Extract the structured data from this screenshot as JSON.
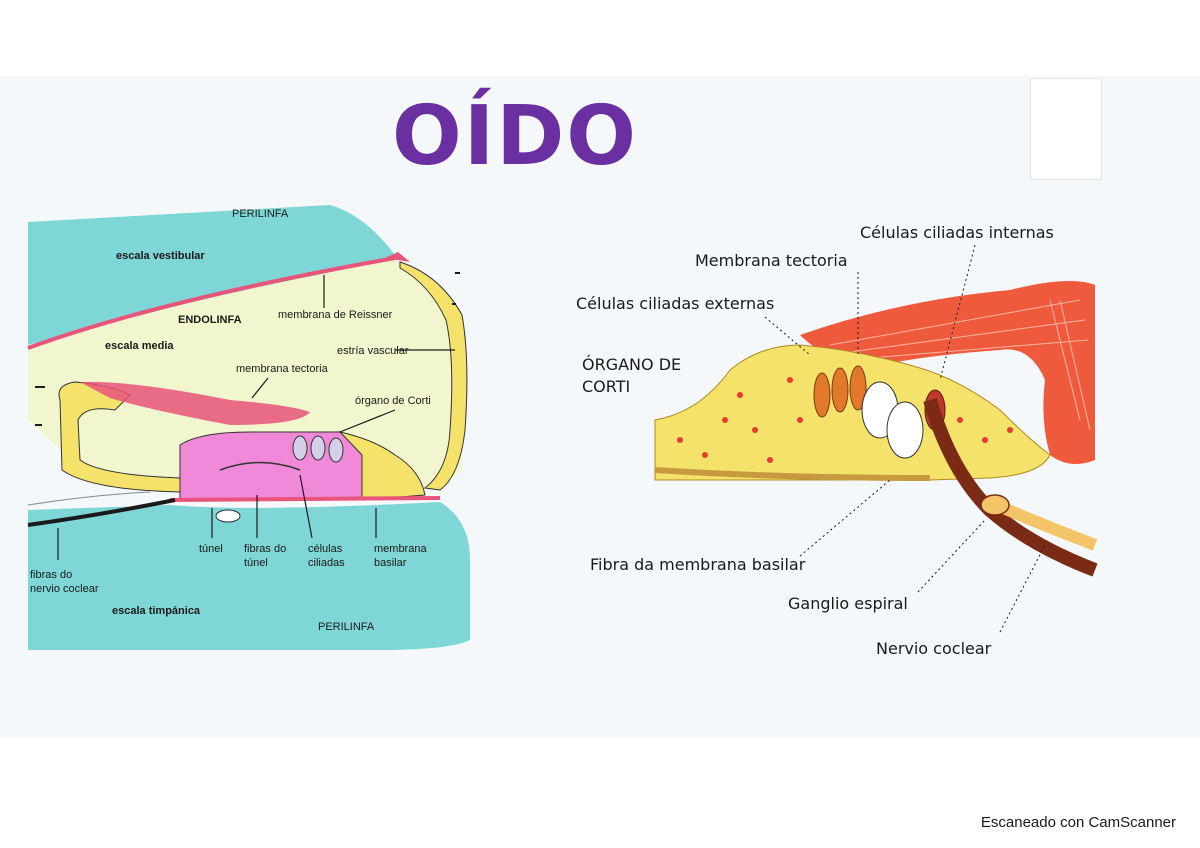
{
  "title": "OÍDO",
  "left_diagram": {
    "perilinfa_top": "PERILINFA",
    "escala_vestibular": "escala vestibular",
    "endolinfa": "ENDOLINFA",
    "membrana_reissner": "membrana de Reissner",
    "escala_media": "escala  media",
    "estria_vascular": "estría vascular",
    "membrana_tectoria": "membrana tectoria",
    "organo_corti": "órgano de Corti",
    "tunel": "túnel",
    "fibras_do": "fibras do",
    "tunel2": "túnel",
    "celulas": "células",
    "ciliadas": "ciliadas",
    "membrana": "membrana",
    "basilar": "basilar",
    "fibras_nervio_1": "fibras do",
    "fibras_nervio_2": "nervio coclear",
    "escala_timpanica": "escala timpánica",
    "perilinfa_bottom": "PERILINFA"
  },
  "right_diagram": {
    "celulas_internas": "Células ciliadas internas",
    "membrana_tectoria": "Membrana tectoria",
    "celulas_externas": "Células ciliadas externas",
    "organo_line1": "ÓRGANO DE",
    "organo_line2": "CORTI",
    "fibra_basilar": "Fibra da membrana basilar",
    "ganglio": "Ganglio espiral",
    "nervio": "Nervio coclear"
  },
  "footer": "Escaneado con CamScanner",
  "colors": {
    "title": "#6a2fa0",
    "perilymph": "#7fd6d6",
    "endolymph": "#f1f6cf",
    "membrane": "#e8547a",
    "corti": "#f08ad8",
    "cells": "#f4e26a",
    "tectorial_muscle": "#f05a3c"
  }
}
